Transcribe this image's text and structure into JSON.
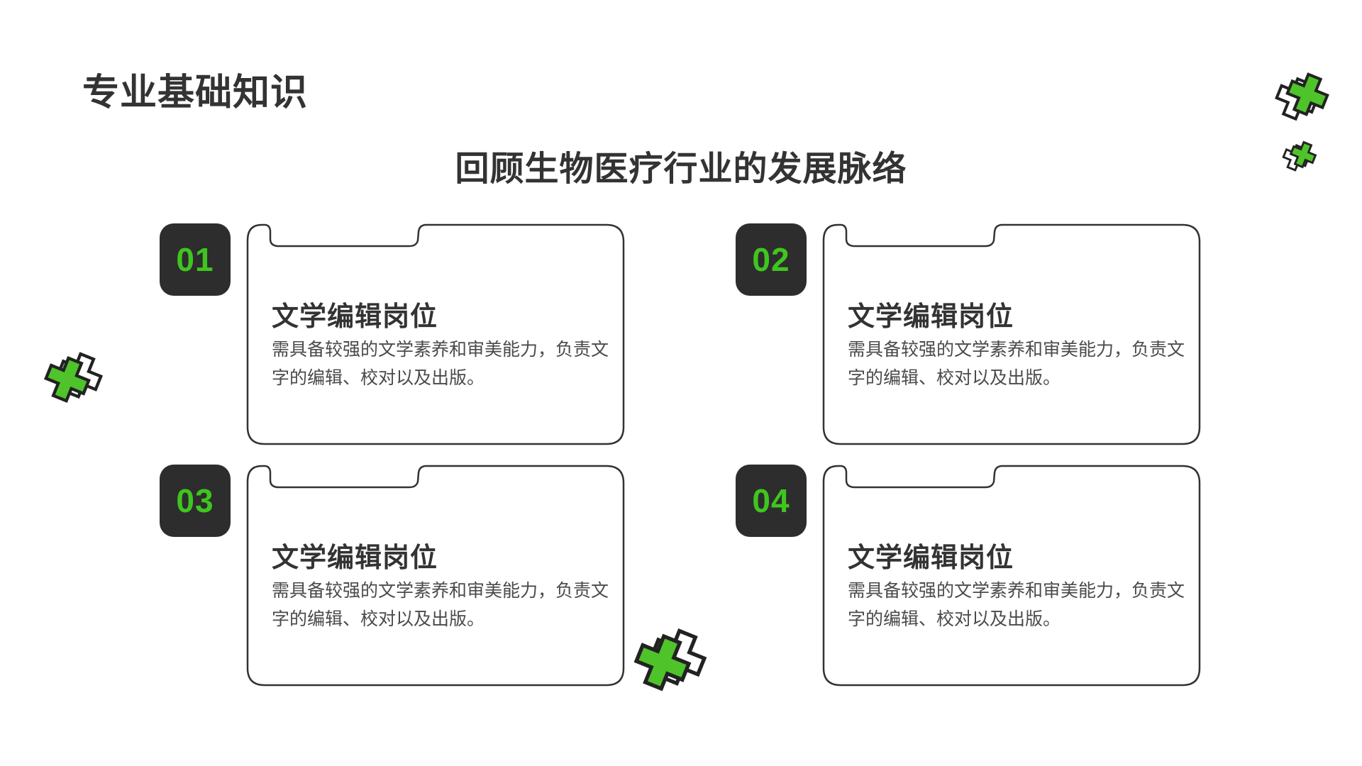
{
  "slide": {
    "title": "专业基础知识",
    "subtitle": "回顾生物医疗行业的发展脉络"
  },
  "cards": [
    {
      "number": "01",
      "title": "文学编辑岗位",
      "description": "需具备较强的文学素养和审美能力，负责文字的编辑、校对以及出版。"
    },
    {
      "number": "02",
      "title": "文学编辑岗位",
      "description": "需具备较强的文学素养和审美能力，负责文字的编辑、校对以及出版。"
    },
    {
      "number": "03",
      "title": "文学编辑岗位",
      "description": "需具备较强的文学素养和审美能力，负责文字的编辑、校对以及出版。"
    },
    {
      "number": "04",
      "title": "文学编辑岗位",
      "description": "需具备较强的文学素养和审美能力，负责文字的编辑、校对以及出版。"
    }
  ],
  "colors": {
    "accent_green": "#3fc51f",
    "cross_green": "#4ec32a",
    "badge_background": "#2d2d2d",
    "card_border": "#333333",
    "heading_text": "#333333",
    "body_text": "#4a4a4a"
  },
  "icons": {
    "decoration": "cross-icon"
  }
}
